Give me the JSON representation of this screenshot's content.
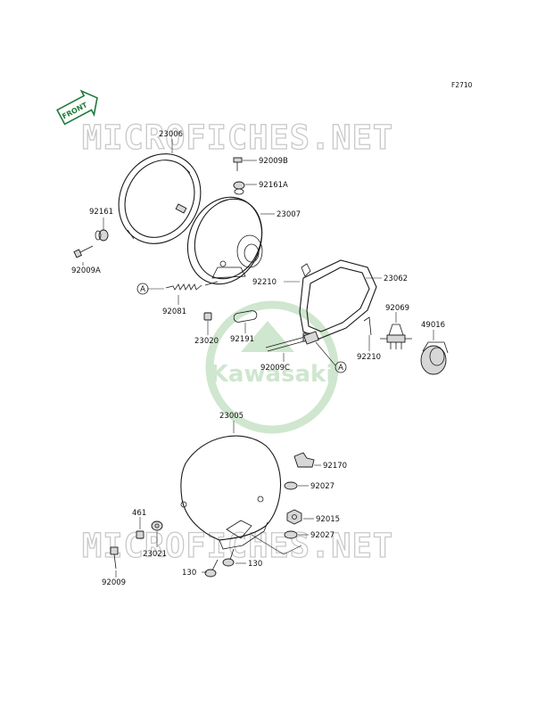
{
  "figure_code": "F2710",
  "front_badge": "FRONT",
  "watermark_text": "MICROFICHES.NET",
  "brand_logo_text": "Kawasaki",
  "ref_marker": "A",
  "colors": {
    "watermark": "#c9c9c9",
    "logo": "#cfe6cf",
    "line": "#1a1a1a",
    "badge": "#1f7a3a"
  },
  "part_labels": {
    "p23006": "23006",
    "p92009B": "92009B",
    "p92161A": "92161A",
    "p23007": "23007",
    "p92161": "92161",
    "p92009A": "92009A",
    "p92210_top": "92210",
    "p23062": "23062",
    "p92081": "92081",
    "p92069": "92069",
    "p49016": "49016",
    "p23020": "23020",
    "p92191": "92191",
    "p92009C": "92009C",
    "p92210_bottom": "92210",
    "p23005": "23005",
    "p92170": "92170",
    "p92027_top": "92027",
    "p461": "461",
    "p92015": "92015",
    "p23021": "23021",
    "p92027_bottom": "92027",
    "p92009": "92009",
    "p130_left": "130",
    "p130_right": "130"
  }
}
